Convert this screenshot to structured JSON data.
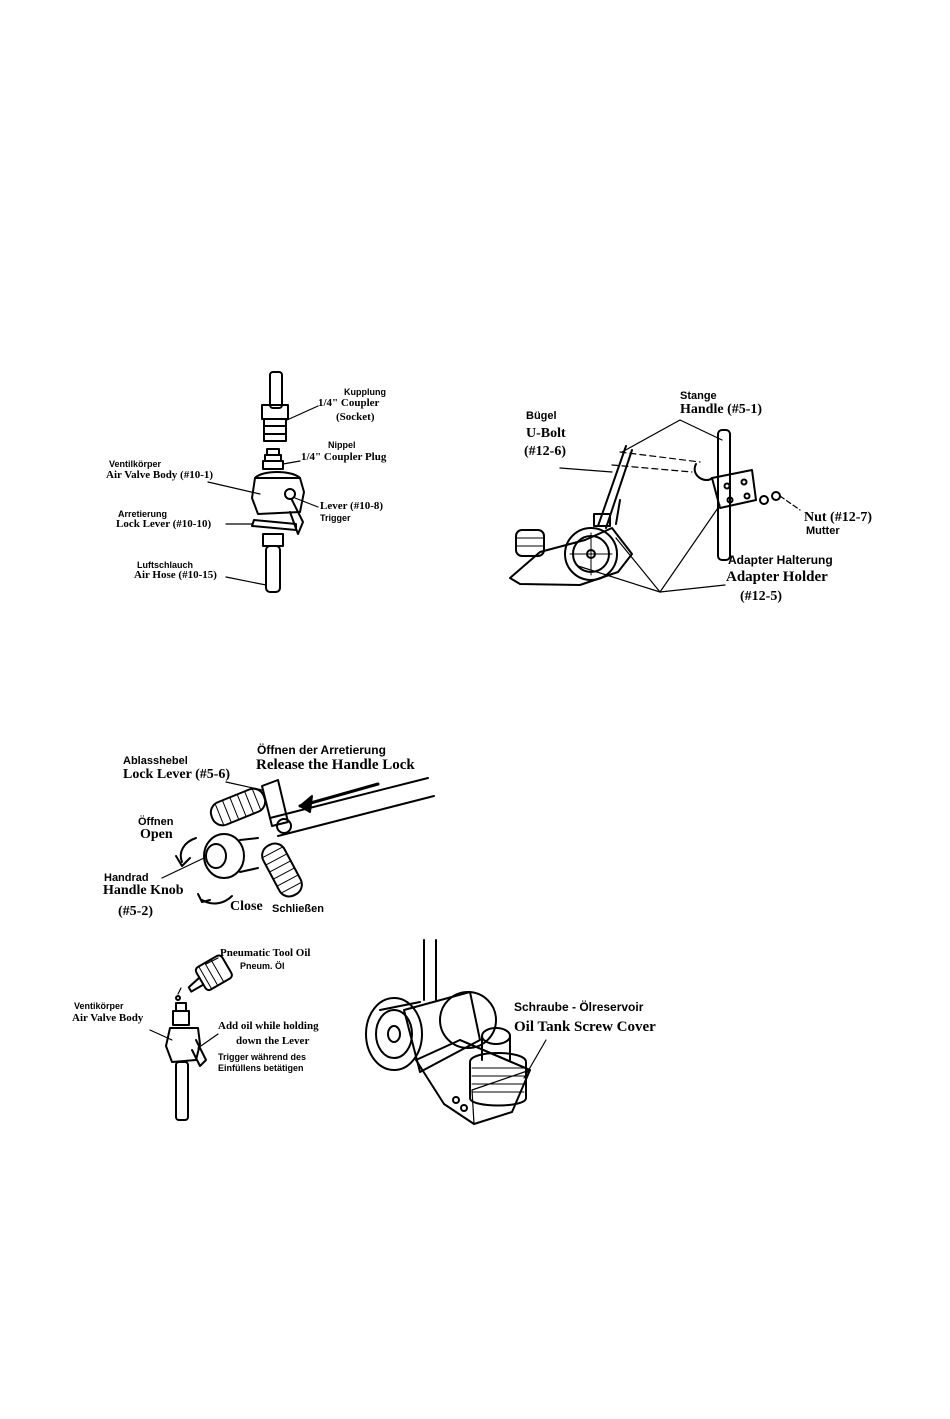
{
  "figure1": {
    "kupplung": "Kupplung",
    "coupler": "1/4\" Coupler",
    "socket": "(Socket)",
    "nippel": "Nippel",
    "coupler_plug": "1/4\" Coupler Plug",
    "ventilkorper": "Ventilkörper",
    "air_valve_body": "Air Valve Body (#10-1)",
    "lever": "Lever (#10-8)",
    "trigger": "Trigger",
    "arretierung": "Arretierung",
    "lock_lever": "Lock Lever (#10-10)",
    "luftschlauch": "Luftschlauch",
    "air_hose": "Air Hose (#10-15)"
  },
  "figure2": {
    "stange": "Stange",
    "handle": "Handle (#5-1)",
    "bugel": "Bügel",
    "u_bolt": "U-Bolt",
    "u_bolt_num": "(#12-6)",
    "nut": "Nut (#12-7)",
    "mutter": "Mutter",
    "adapter_halterung": "Adapter Halterung",
    "adapter_holder": "Adapter Holder",
    "adapter_num": "(#12-5)"
  },
  "figure3": {
    "ablasshebel": "Ablasshebel",
    "lock_lever": "Lock Lever (#5-6)",
    "offnen_arretierung": "Öffnen der Arretierung",
    "release_lock": "Release the Handle Lock",
    "offnen": "Öffnen",
    "open": "Open",
    "handrad": "Handrad",
    "handle_knob": "Handle Knob",
    "knob_num": "(#5-2)",
    "close": "Close",
    "schliessen": "Schließen"
  },
  "figure4": {
    "pneumatic_oil": "Pneumatic Tool Oil",
    "pneum_ol": "Pneum. Öl",
    "ventilkorper": "Ventikörper",
    "air_valve_body": "Air Valve Body",
    "add_oil": "Add oil while holding",
    "down_lever": "down the Lever",
    "trigger_de": "Trigger während des",
    "einfullens": "Einfüllens betätigen"
  },
  "figure5": {
    "schraube": "Schraube - Ölreservoir",
    "oil_tank": "Oil Tank Screw Cover"
  }
}
